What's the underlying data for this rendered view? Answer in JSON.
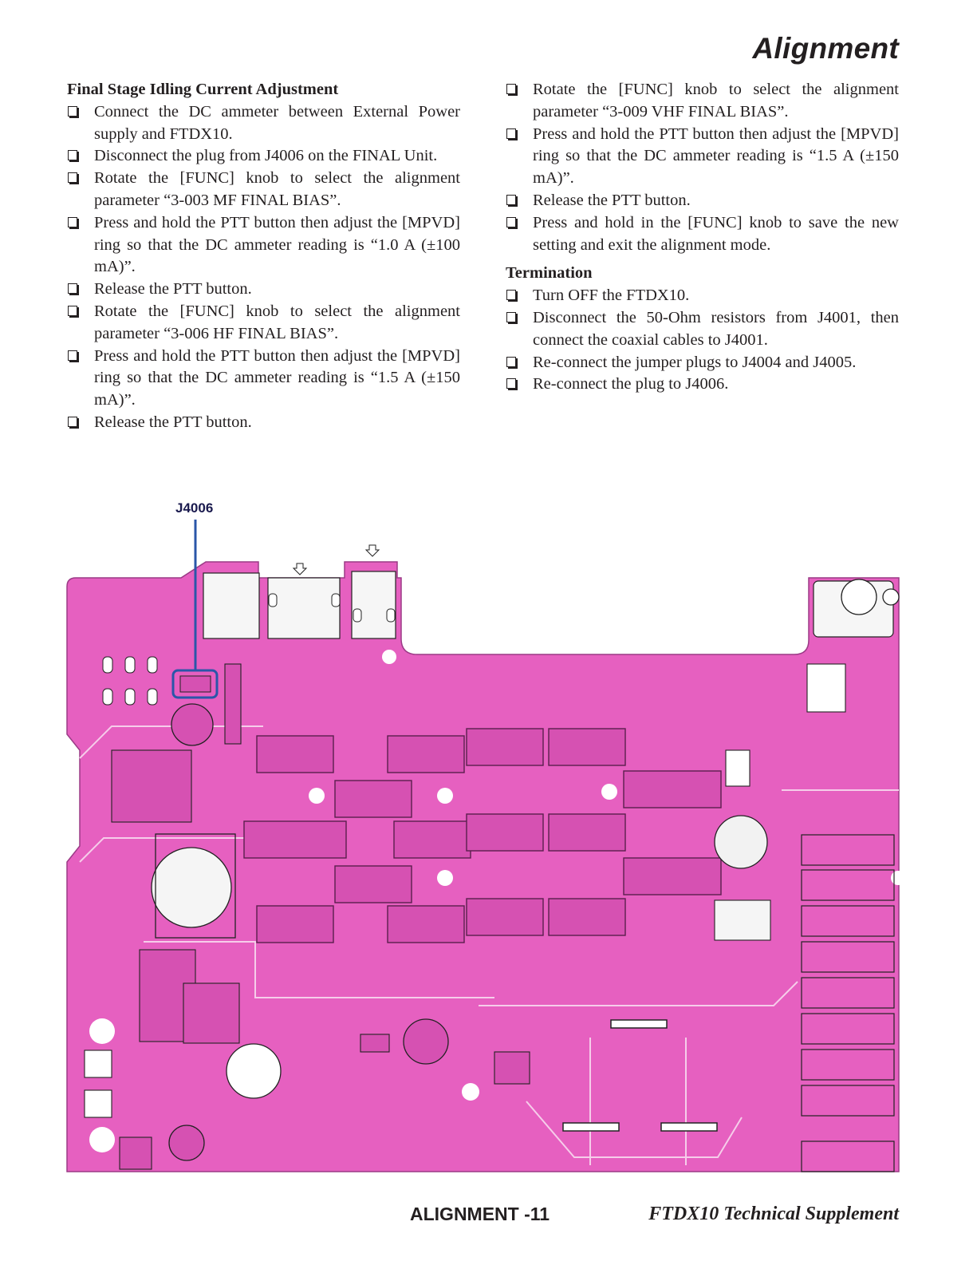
{
  "header": {
    "title": "Alignment"
  },
  "left_column": {
    "heading": "Final Stage Idling Current Adjustment",
    "steps": [
      "Connect the DC ammeter between External Power supply and FTDX10.",
      "Disconnect the plug from J4006 on the FINAL Unit.",
      "Rotate the [FUNC] knob to select the alignment parameter “3-003 MF FINAL BIAS”.",
      "Press and hold the PTT button then adjust the [MPVD] ring so that the DC ammeter reading is “1.0 A (±100 mA)”.",
      "Release the PTT button.",
      "Rotate the [FUNC] knob to select the alignment parameter “3-006 HF FINAL BIAS”.",
      "Press and hold the PTT button then adjust the [MPVD] ring so that the DC ammeter reading is “1.5 A (±150 mA)”.",
      "Release the PTT button."
    ]
  },
  "right_column": {
    "steps": [
      "Rotate the [FUNC] knob to select the alignment parameter “3-009 VHF FINAL BIAS”.",
      "Press and hold the PTT button then adjust the [MPVD] ring so that the DC ammeter reading is “1.5 A (±150 mA)”.",
      "Release the PTT button.",
      "Press and hold in the [FUNC] knob to save the new setting and exit the alignment mode."
    ],
    "termination_heading": "Termination",
    "termination_steps": [
      "Turn OFF the FTDX10.",
      "Disconnect the 50-Ohm resistors from J4001, then connect the coaxial cables to J4001.",
      "Re-connect the jumper plugs to J4004 and J4005.",
      "Re-connect the plug to J4006."
    ]
  },
  "figure": {
    "callout_label": "J4006",
    "board_color": "#e660c0",
    "callout_color": "#2a56a8"
  },
  "footer": {
    "page_label": "ALIGNMENT -11",
    "doc_title": "FTDX10 Technical Supplement"
  }
}
